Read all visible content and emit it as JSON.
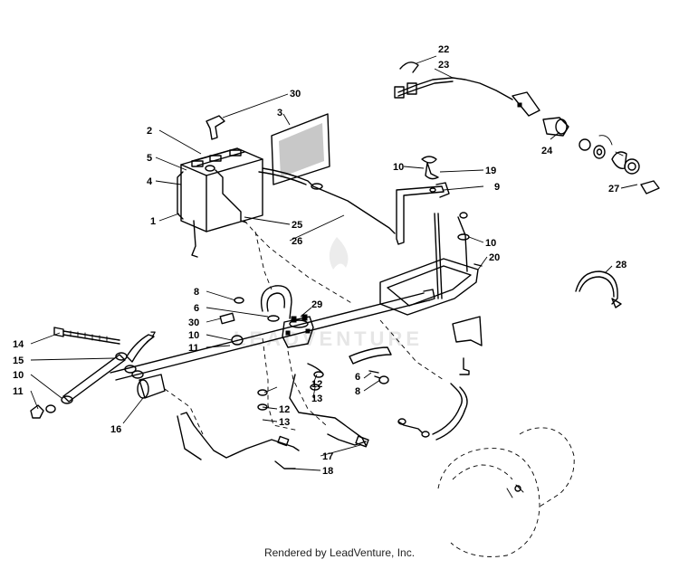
{
  "watermark": "LEADVENTURE",
  "credit": "Rendered by LeadVenture, Inc.",
  "callouts": {
    "n1": "1",
    "n2": "2",
    "n3": "3",
    "n4": "4",
    "n5": "5",
    "n6a": "6",
    "n6b": "6",
    "n7": "7",
    "n8a": "8",
    "n8b": "8",
    "n9": "9",
    "n10a": "10",
    "n10b": "10",
    "n10c": "10",
    "n10d": "10",
    "n11a": "11",
    "n11b": "11",
    "n12a": "12",
    "n12b": "12",
    "n13a": "13",
    "n13b": "13",
    "n14": "14",
    "n15": "15",
    "n16": "16",
    "n17": "17",
    "n18": "18",
    "n19": "19",
    "n20": "20",
    "n22": "22",
    "n23": "23",
    "n24": "24",
    "n25": "25",
    "n26": "26",
    "n27": "27",
    "n28": "28",
    "n29": "29",
    "n30a": "30",
    "n30b": "30"
  }
}
